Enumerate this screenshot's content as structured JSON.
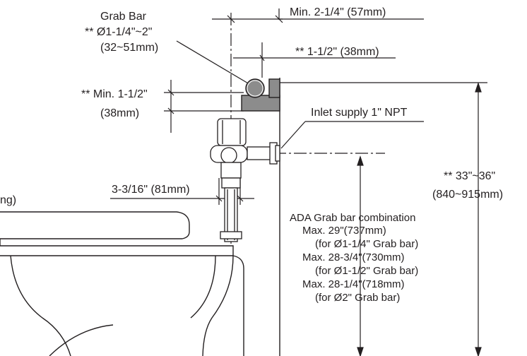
{
  "labels": {
    "grab_bar_title": "Grab Bar",
    "grab_bar_diameter": "** Ø1-1/4\"~2\"",
    "grab_bar_diameter_mm": "(32~51mm)",
    "min_wall_clearance": "Min. 2-1/4\" (57mm)",
    "bar_to_wall": "** 1-1/2\" (38mm)",
    "min_below_bar": "** Min. 1-1/2\"",
    "min_below_bar_mm": "(38mm)",
    "inlet_supply": "Inlet supply 1\" NPT",
    "flush_valve_offset": "3-3/16\" (81mm)",
    "cut_label_fragment": "ng)",
    "height_range": "** 33\"~36\"",
    "height_range_mm": "(840~915mm)"
  },
  "ada": {
    "title": "ADA Grab bar combination",
    "lines": [
      "Max. 29\"(737mm)",
      "(for Ø1-1/4\" Grab bar)",
      "Max. 28-3/4\"(730mm)",
      "(for Ø1-1/2\" Grab bar)",
      "Max. 28-1/4\"(718mm)",
      "(for Ø2\" Grab bar)"
    ]
  },
  "colors": {
    "line": "#231f20",
    "fill_gray": "#8c8c8c",
    "background": "#ffffff"
  }
}
